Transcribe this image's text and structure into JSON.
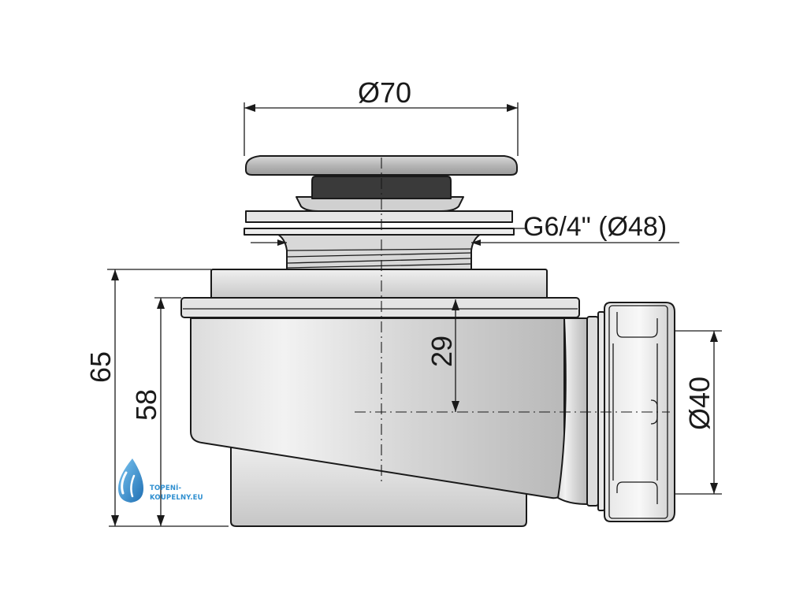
{
  "dimensions": {
    "top_diameter": "Ø70",
    "thread": "G6/4\" (Ø48)",
    "height_total": "65",
    "height_body": "58",
    "outlet_axis": "29",
    "outlet_diameter": "Ø40"
  },
  "logo": {
    "line1": "TOPENÍ-",
    "line2": "KOUPELNY.EU",
    "icon": "water-drop-icon",
    "color": "#2f8fd0"
  },
  "colors": {
    "line": "#1a1a1a",
    "body_fill": "#c9c9c9",
    "dark_part": "#3a3a3a"
  }
}
